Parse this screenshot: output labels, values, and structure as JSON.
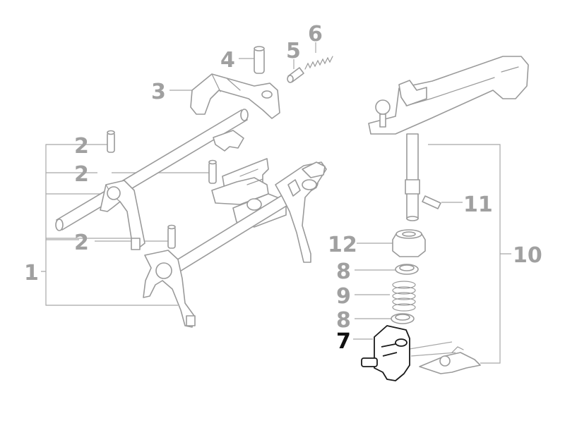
{
  "colors": {
    "callout": "#a0a0a0",
    "callout_active": "#111111",
    "part_outline": "#9a9a9a",
    "active_outline": "#1a1a1a",
    "leader": "#a8a8a8",
    "background": "#ffffff"
  },
  "callouts": [
    {
      "key": "c1",
      "text": "1"
    },
    {
      "key": "c2a",
      "text": "2"
    },
    {
      "key": "c2b",
      "text": "2"
    },
    {
      "key": "c2c",
      "text": "2"
    },
    {
      "key": "c3",
      "text": "3"
    },
    {
      "key": "c4",
      "text": "4"
    },
    {
      "key": "c5",
      "text": "5"
    },
    {
      "key": "c6",
      "text": "6"
    },
    {
      "key": "c7",
      "text": "7",
      "highlighted": true
    },
    {
      "key": "c8a",
      "text": "8"
    },
    {
      "key": "c8b",
      "text": "8"
    },
    {
      "key": "c9",
      "text": "9"
    },
    {
      "key": "c10",
      "text": "10"
    },
    {
      "key": "c11",
      "text": "11"
    },
    {
      "key": "c12",
      "text": "12"
    }
  ]
}
